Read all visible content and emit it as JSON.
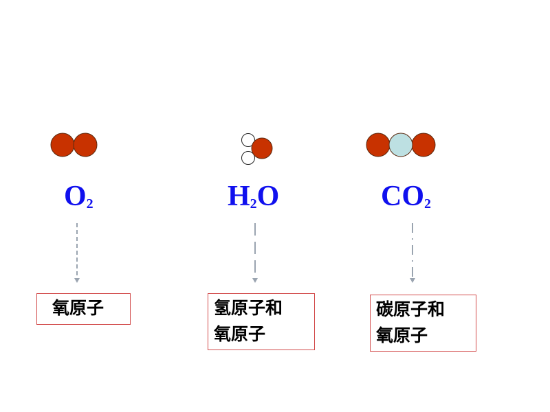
{
  "colors": {
    "oxygen": "#c83200",
    "hydrogen": "#ffffff",
    "carbon": "#bde0e2",
    "formula": "#1010ee",
    "arrow": "#9aa4b0",
    "box_border": "#d24a4a"
  },
  "molecules": [
    {
      "formula_main": "O",
      "formula_sub": "2",
      "formula_tail": "",
      "composition": "氧原子"
    },
    {
      "formula_main": "H",
      "formula_sub": "2",
      "formula_tail": "O",
      "composition_line1": "氢原子和",
      "composition_line2": "氧原子"
    },
    {
      "formula_main": "CO",
      "formula_sub": "2",
      "formula_tail": "",
      "composition_line1": "碳原子和",
      "composition_line2": "氧原子"
    }
  ]
}
